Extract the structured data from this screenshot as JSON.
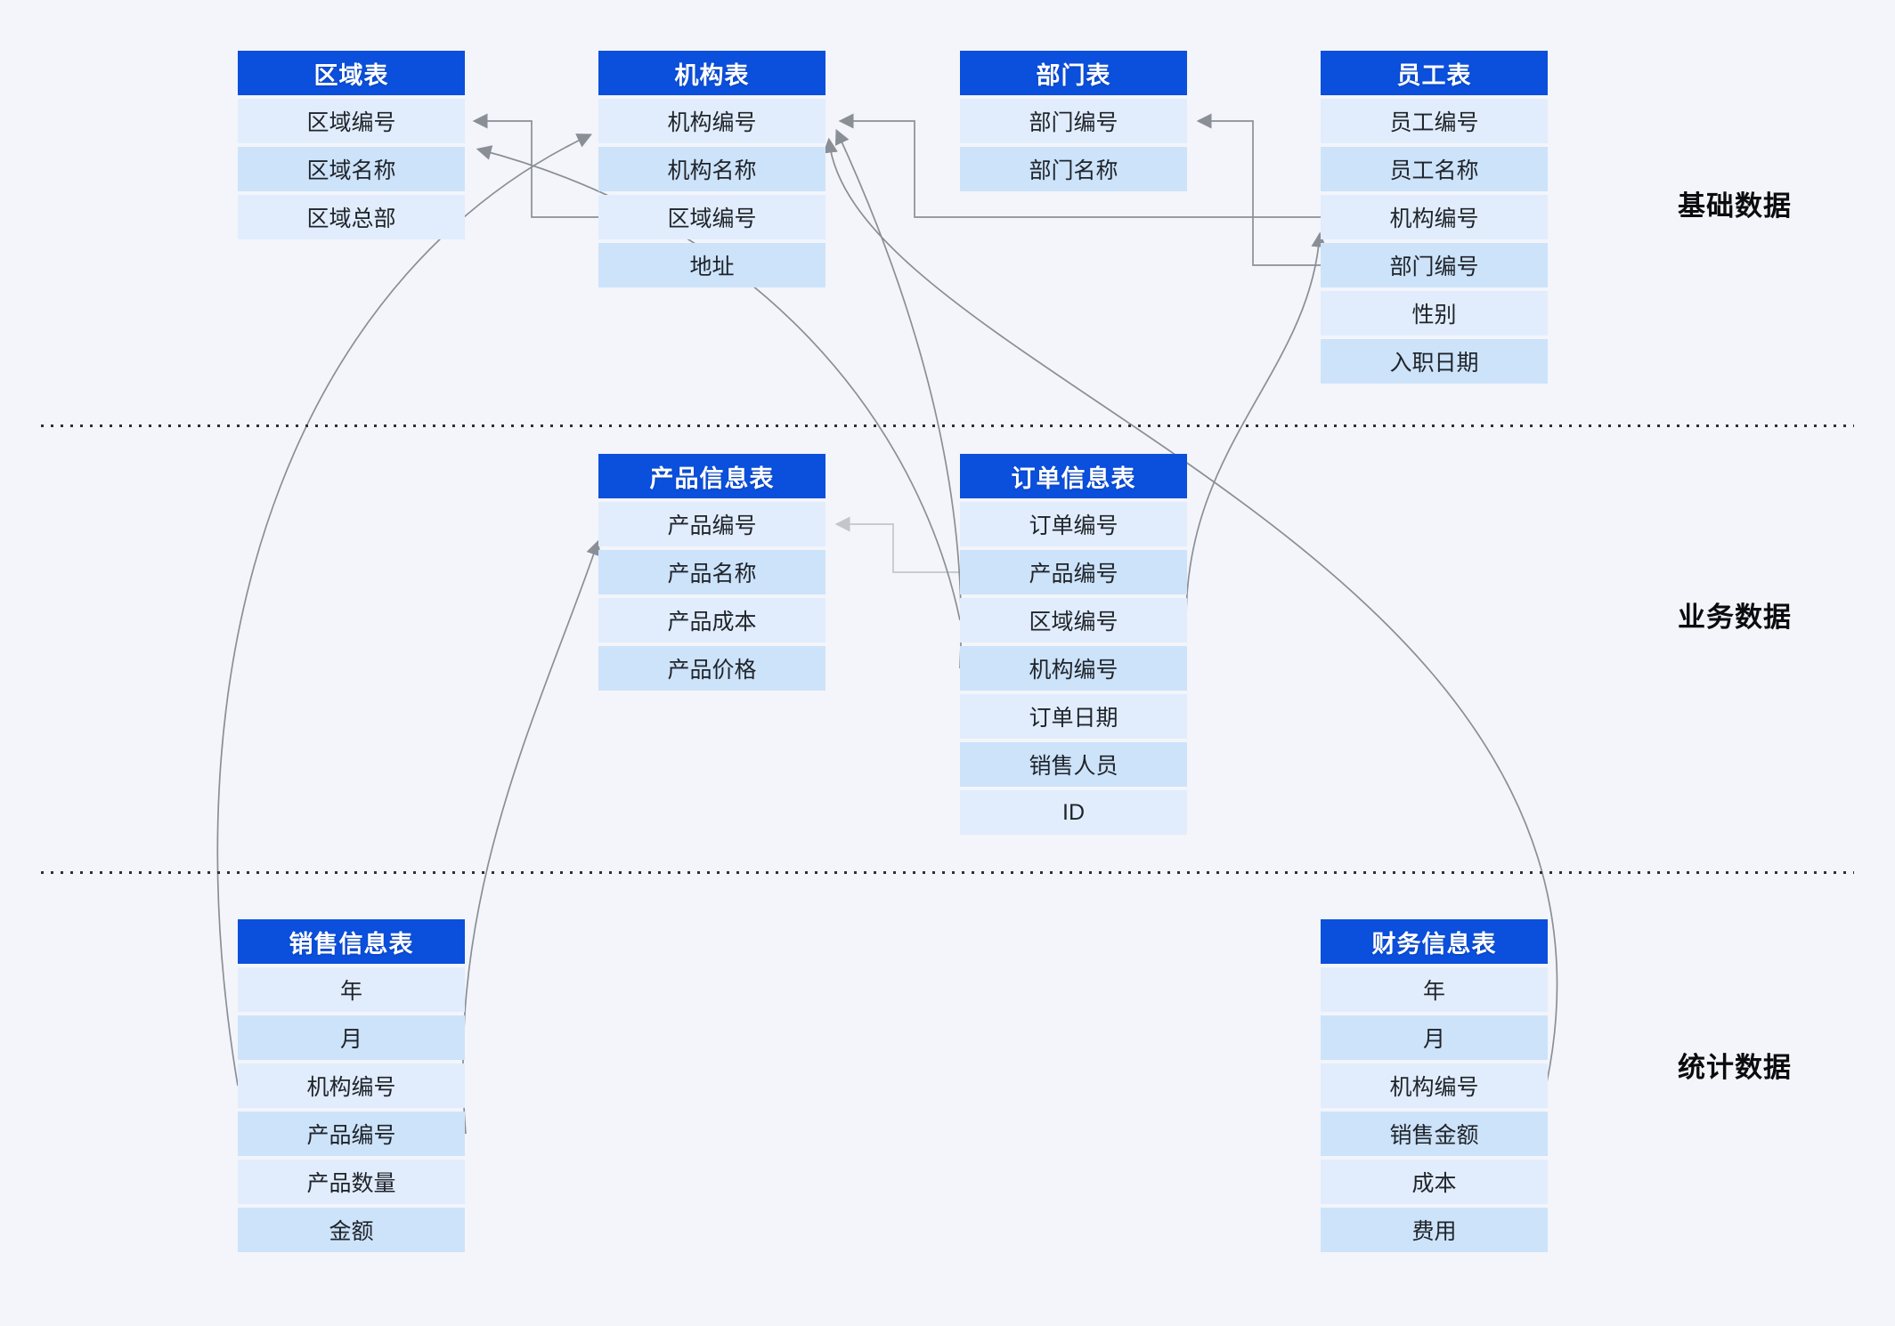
{
  "canvas": {
    "background_color": "#f3f5fa",
    "header_color": "#0b4fdd",
    "row_color_light": "#e1edfc",
    "row_color_dark": "#cde3fa",
    "connector_color": "#8a8f96",
    "connector_color_light": "#c2c6cc"
  },
  "sections": [
    {
      "label": "基础数据"
    },
    {
      "label": "业务数据"
    },
    {
      "label": "统计数据"
    }
  ],
  "tables": [
    {
      "id": "region",
      "title": "区域表",
      "fields": [
        "区域编号",
        "区域名称",
        "区域总部"
      ]
    },
    {
      "id": "org",
      "title": "机构表",
      "fields": [
        "机构编号",
        "机构名称",
        "区域编号",
        "地址"
      ]
    },
    {
      "id": "dept",
      "title": "部门表",
      "fields": [
        "部门编号",
        "部门名称"
      ]
    },
    {
      "id": "emp",
      "title": "员工表",
      "fields": [
        "员工编号",
        "员工名称",
        "机构编号",
        "部门编号",
        "性别",
        "入职日期"
      ]
    },
    {
      "id": "product",
      "title": "产品信息表",
      "fields": [
        "产品编号",
        "产品名称",
        "产品成本",
        "产品价格"
      ]
    },
    {
      "id": "order",
      "title": "订单信息表",
      "fields": [
        "订单编号",
        "产品编号",
        "区域编号",
        "机构编号",
        "订单日期",
        "销售人员",
        "ID"
      ]
    },
    {
      "id": "sales",
      "title": "销售信息表",
      "fields": [
        "年",
        "月",
        "机构编号",
        "产品编号",
        "产品数量",
        "金额"
      ]
    },
    {
      "id": "finance",
      "title": "财务信息表",
      "fields": [
        "年",
        "月",
        "机构编号",
        "销售金额",
        "成本",
        "费用"
      ]
    }
  ],
  "connectors": [
    {
      "from": "机构表.区域编号",
      "to": "区域表.区域编号",
      "style": "elbow"
    },
    {
      "from": "员工表.机构编号",
      "to": "机构表.机构编号",
      "style": "elbow"
    },
    {
      "from": "员工表.部门编号",
      "to": "部门表.部门编号",
      "style": "elbow"
    },
    {
      "from": "订单信息表.产品编号",
      "to": "产品信息表.产品编号",
      "style": "elbow"
    },
    {
      "from": "订单信息表.区域编号",
      "to": "区域表.区域编号",
      "style": "curve"
    },
    {
      "from": "订单信息表.机构编号",
      "to": "机构表.机构编号",
      "style": "curve"
    },
    {
      "from": "订单信息表.销售人员",
      "to": "员工表.机构编号",
      "style": "curve"
    },
    {
      "from": "销售信息表.机构编号",
      "to": "机构表.机构编号",
      "style": "curve"
    },
    {
      "from": "销售信息表.产品编号",
      "to": "产品信息表.产品编号",
      "style": "curve"
    },
    {
      "from": "财务信息表.机构编号",
      "to": "机构表.机构编号",
      "style": "curve"
    }
  ]
}
